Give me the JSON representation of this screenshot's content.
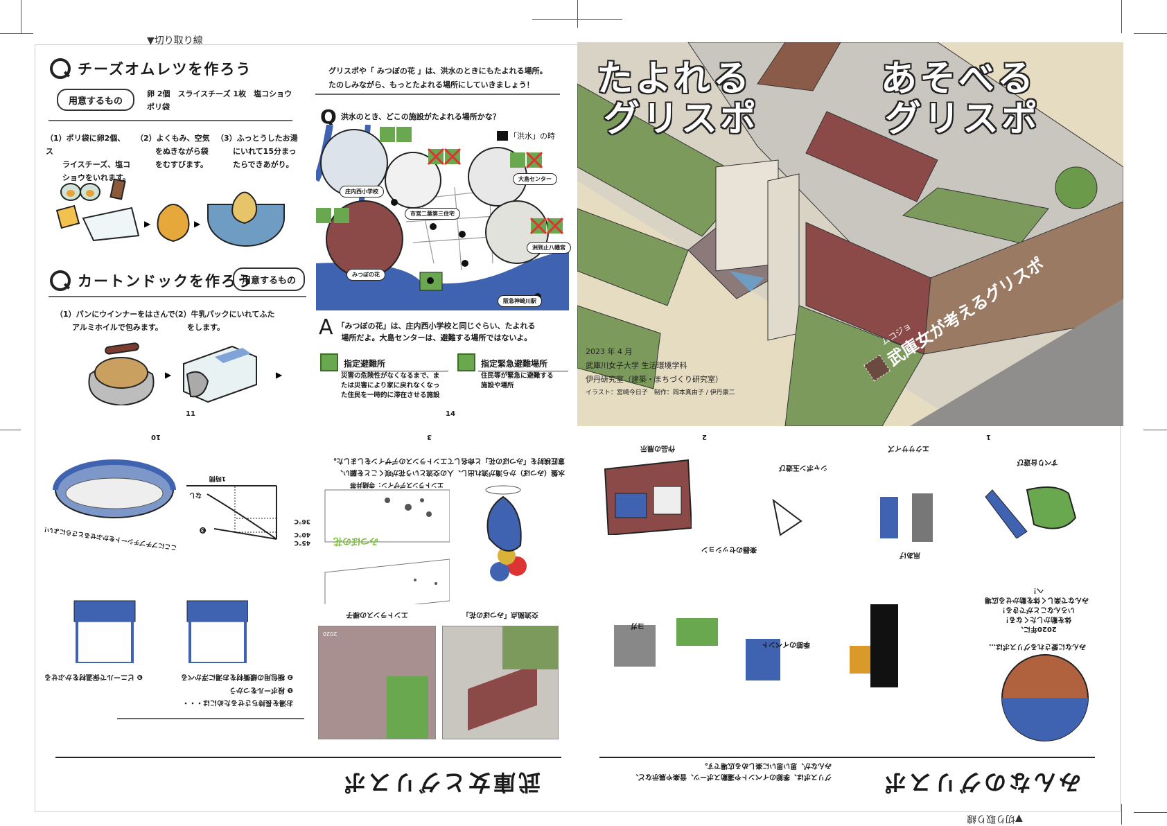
{
  "cut_line": "▼切り取り線",
  "page11": {
    "q1": {
      "title": "チーズオムレツを作ろう",
      "needs_label": "用意するもの",
      "ingredients_1": "卵 2個　スライスチーズ 1枚　塩コショウ",
      "ingredients_2": "ポリ袋",
      "steps": [
        {
          "l1": "（1）ポリ袋に卵2個、ス",
          "l2": "ライスチーズ、塩コ",
          "l3": "ショウをいれます。"
        },
        {
          "l1": "（2）よくもみ、空気",
          "l2": "をぬきながら袋",
          "l3": "をむすびます。"
        },
        {
          "l1": "（3）ふっとうしたお湯",
          "l2": "にいれて15分まっ",
          "l3": "たらできあがり。"
        }
      ]
    },
    "q2": {
      "title": "カートンドックを作ろう",
      "needs_label": "用意するもの",
      "steps": [
        {
          "l1": "（1）パンにウインナーをはさんで",
          "l2": "アルミホイルで包みます。"
        },
        {
          "l1": "（2）牛乳パックにいれてふた",
          "l2": "をします。"
        }
      ]
    },
    "page_number": "11"
  },
  "page14": {
    "intro_1": "グリスポや「 みつぼの花 」は、洪水のときにもたよれる場所。",
    "intro_2": "たのしみながら、もっとたよれる場所にしていきましょう！",
    "q_mark": "Q",
    "question": "洪水のとき、どこの施設がたよれる場所かな？",
    "flood_legend": "「洪水」の時",
    "map_labels": [
      "庄内西小学校",
      "市営二葉第三住宅",
      "大島センター",
      "洲到止八幡宮",
      "みつぼの花",
      "阪急神崎川駅"
    ],
    "a_mark": "A",
    "answer_1": "「みつぼの花」は、庄内西小学校と同じぐらい、たよれる",
    "answer_2": "場所だよ。大島センターは、避難する場所ではないよ。",
    "legend": [
      {
        "title": "指定避難所",
        "desc_1": "災害の危険性がなくなるまで、ま",
        "desc_2": "たは災害により家に戻れなくなっ",
        "desc_3": "た住民を一時的に滞在させる施設"
      },
      {
        "title": "指定緊急避難場所",
        "desc_1": "住民等が緊急に避難する",
        "desc_2": "施設や場所"
      }
    ],
    "page_number": "14"
  },
  "cover": {
    "title_left_1": "たよれる",
    "title_left_2": "グリスポ",
    "title_right_1": "あそべる",
    "title_right_2": "グリスポ",
    "ruby": "ムコジョ",
    "subtitle": "武庫女が考えるグリスポ",
    "date": "2023 年 4 月",
    "org": "武庫川女子大学 生活環境学科",
    "lab": "伊丹研究室（建築・まちづくり研究室）",
    "credits": "イラスト：宮崎今日子　制作：岡本真由子 / 伊丹康二"
  },
  "bottom_left_spread": {
    "title": "みんなのグリスポ",
    "desc_1": "グリスポは、季節のイベントや運動スポーツ、音楽や展示など、",
    "desc_2": "みんなが、思い思いに楽しめる広場です。",
    "activities": [
      "作品の展示",
      "シャボン玉遊び",
      "エクササイズ",
      "すべり台遊び",
      "楽器のセッション",
      "凧あげ",
      "ヨガ",
      "季節のイベント"
    ],
    "loved": "みんなに愛されるグリスポは…",
    "vision": [
      "2020年に、",
      "体を動かしたくなる！",
      "いろんなことができる！",
      "みんなで楽しく体を動かせる広場へ！"
    ],
    "page_1": "1",
    "page_2": "2"
  },
  "bottom_right_spread": {
    "title": "武庫女とグリスポ",
    "caption_1": "水盤（みつぼ）から滝が流れ出し、人の交流という花が咲くことを願い、",
    "caption_2": "意匠検討を「みつぼの花」と命名してエントランスのデザインをしました。",
    "design_credit": "エントランスデザイン：寺緒井帯",
    "mitsubo_label": "みつぼの花",
    "photo_1_caption": "エントランスの様子",
    "photo_1_year": "2020",
    "photo_2_caption": "交流拠点「みつぼの花」",
    "chart": {
      "x_label": "1時間",
      "y_ticks": [
        "36°C",
        "40°C",
        "45°C"
      ],
      "series_none": "なし",
      "series_3": "❸"
    },
    "bowl_note": "ここにプチプチシートをかぶせるとさらによい！",
    "tips_title": "お湯を長持ちさせるためには・・・",
    "tips": [
      "❶ 段ボールをつかう",
      "❷ 梱包用の緩衝材をお湯に浮かべる",
      "❸ ビニールで保温材をかぶせる"
    ],
    "page_3": "3",
    "page_10": "10"
  },
  "colors": {
    "river": "#3f63b0",
    "green": "#6aa84f",
    "brick": "#8b4a48",
    "cover_bg": "#e6dcc2",
    "plaza": "#b9b6b0"
  }
}
